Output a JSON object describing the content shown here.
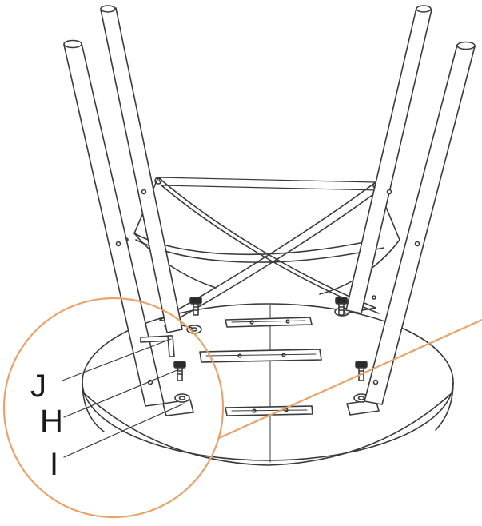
{
  "callouts": {
    "j": "J",
    "h": "H",
    "i": "I"
  },
  "colors": {
    "line": "#3a3a3a",
    "highlight_circle": "#e8a36b",
    "background": "#ffffff"
  }
}
